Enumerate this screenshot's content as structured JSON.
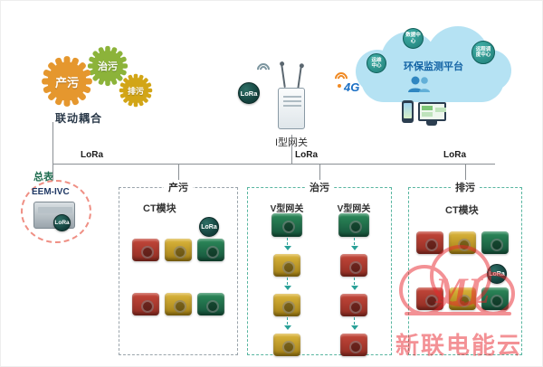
{
  "colors": {
    "gear_orange": "#e5972e",
    "gear_green": "#8cb33a",
    "gear_yellow": "#d2a516",
    "device_red": "#b23b2e",
    "device_yellow": "#c9a227",
    "device_green": "#20744a",
    "lora_badge": "#16524f",
    "cloud_blue": "#b5e2f3",
    "watermark_red": "#e8262d"
  },
  "gears": {
    "produce": "产污",
    "treat": "治污",
    "discharge": "排污",
    "caption": "联动耦合"
  },
  "gateway": {
    "label": "I型网关",
    "lora_badge": "LoRa",
    "link_4g": "4G"
  },
  "cloud": {
    "title": "环保监测平台",
    "node_top": "数据中心",
    "node_left": "运维中心",
    "node_right": "远程调度中心"
  },
  "bus": {
    "lora_left": "LoRa",
    "lora_mid": "LoRa",
    "lora_right": "LoRa"
  },
  "meter": {
    "label": "总表",
    "model": "EEM-IVC",
    "lora_badge": "LoRa"
  },
  "boxes": {
    "produce": {
      "title": "产污",
      "module": "CT模块",
      "lora_badge": "LoRa"
    },
    "treat": {
      "title": "治污",
      "gateway_left": "V型网关",
      "gateway_right": "V型网关"
    },
    "discharge": {
      "title": "排污",
      "module": "CT模块",
      "lora_badge": "LoRa"
    }
  },
  "devices": {
    "produce_row1": [
      "red",
      "yellow",
      "green"
    ],
    "produce_row2": [
      "red",
      "yellow",
      "green"
    ],
    "treat_left": [
      "yellow",
      "yellow",
      "yellow"
    ],
    "treat_right": [
      "red",
      "red",
      "red"
    ],
    "discharge_row1": [
      "red",
      "yellow",
      "green"
    ],
    "discharge_row2": [
      "red",
      "yellow",
      "green"
    ]
  },
  "watermark": {
    "logo": "ML",
    "brand": "新联电能云"
  }
}
